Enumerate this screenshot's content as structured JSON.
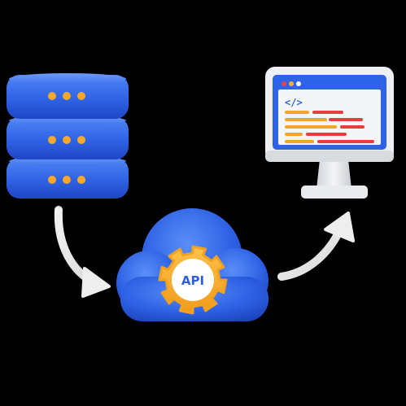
{
  "illustration": {
    "database": {
      "disk_count": 3,
      "dots_per_disk": 3
    },
    "api_badge": {
      "label": "API"
    },
    "monitor": {
      "code_glyph": "</>",
      "window_dots": 3
    },
    "icons": [
      "database-icon",
      "cloud-icon",
      "gear-icon",
      "monitor-icon",
      "arrow-right-down-icon",
      "arrow-right-up-icon"
    ]
  }
}
